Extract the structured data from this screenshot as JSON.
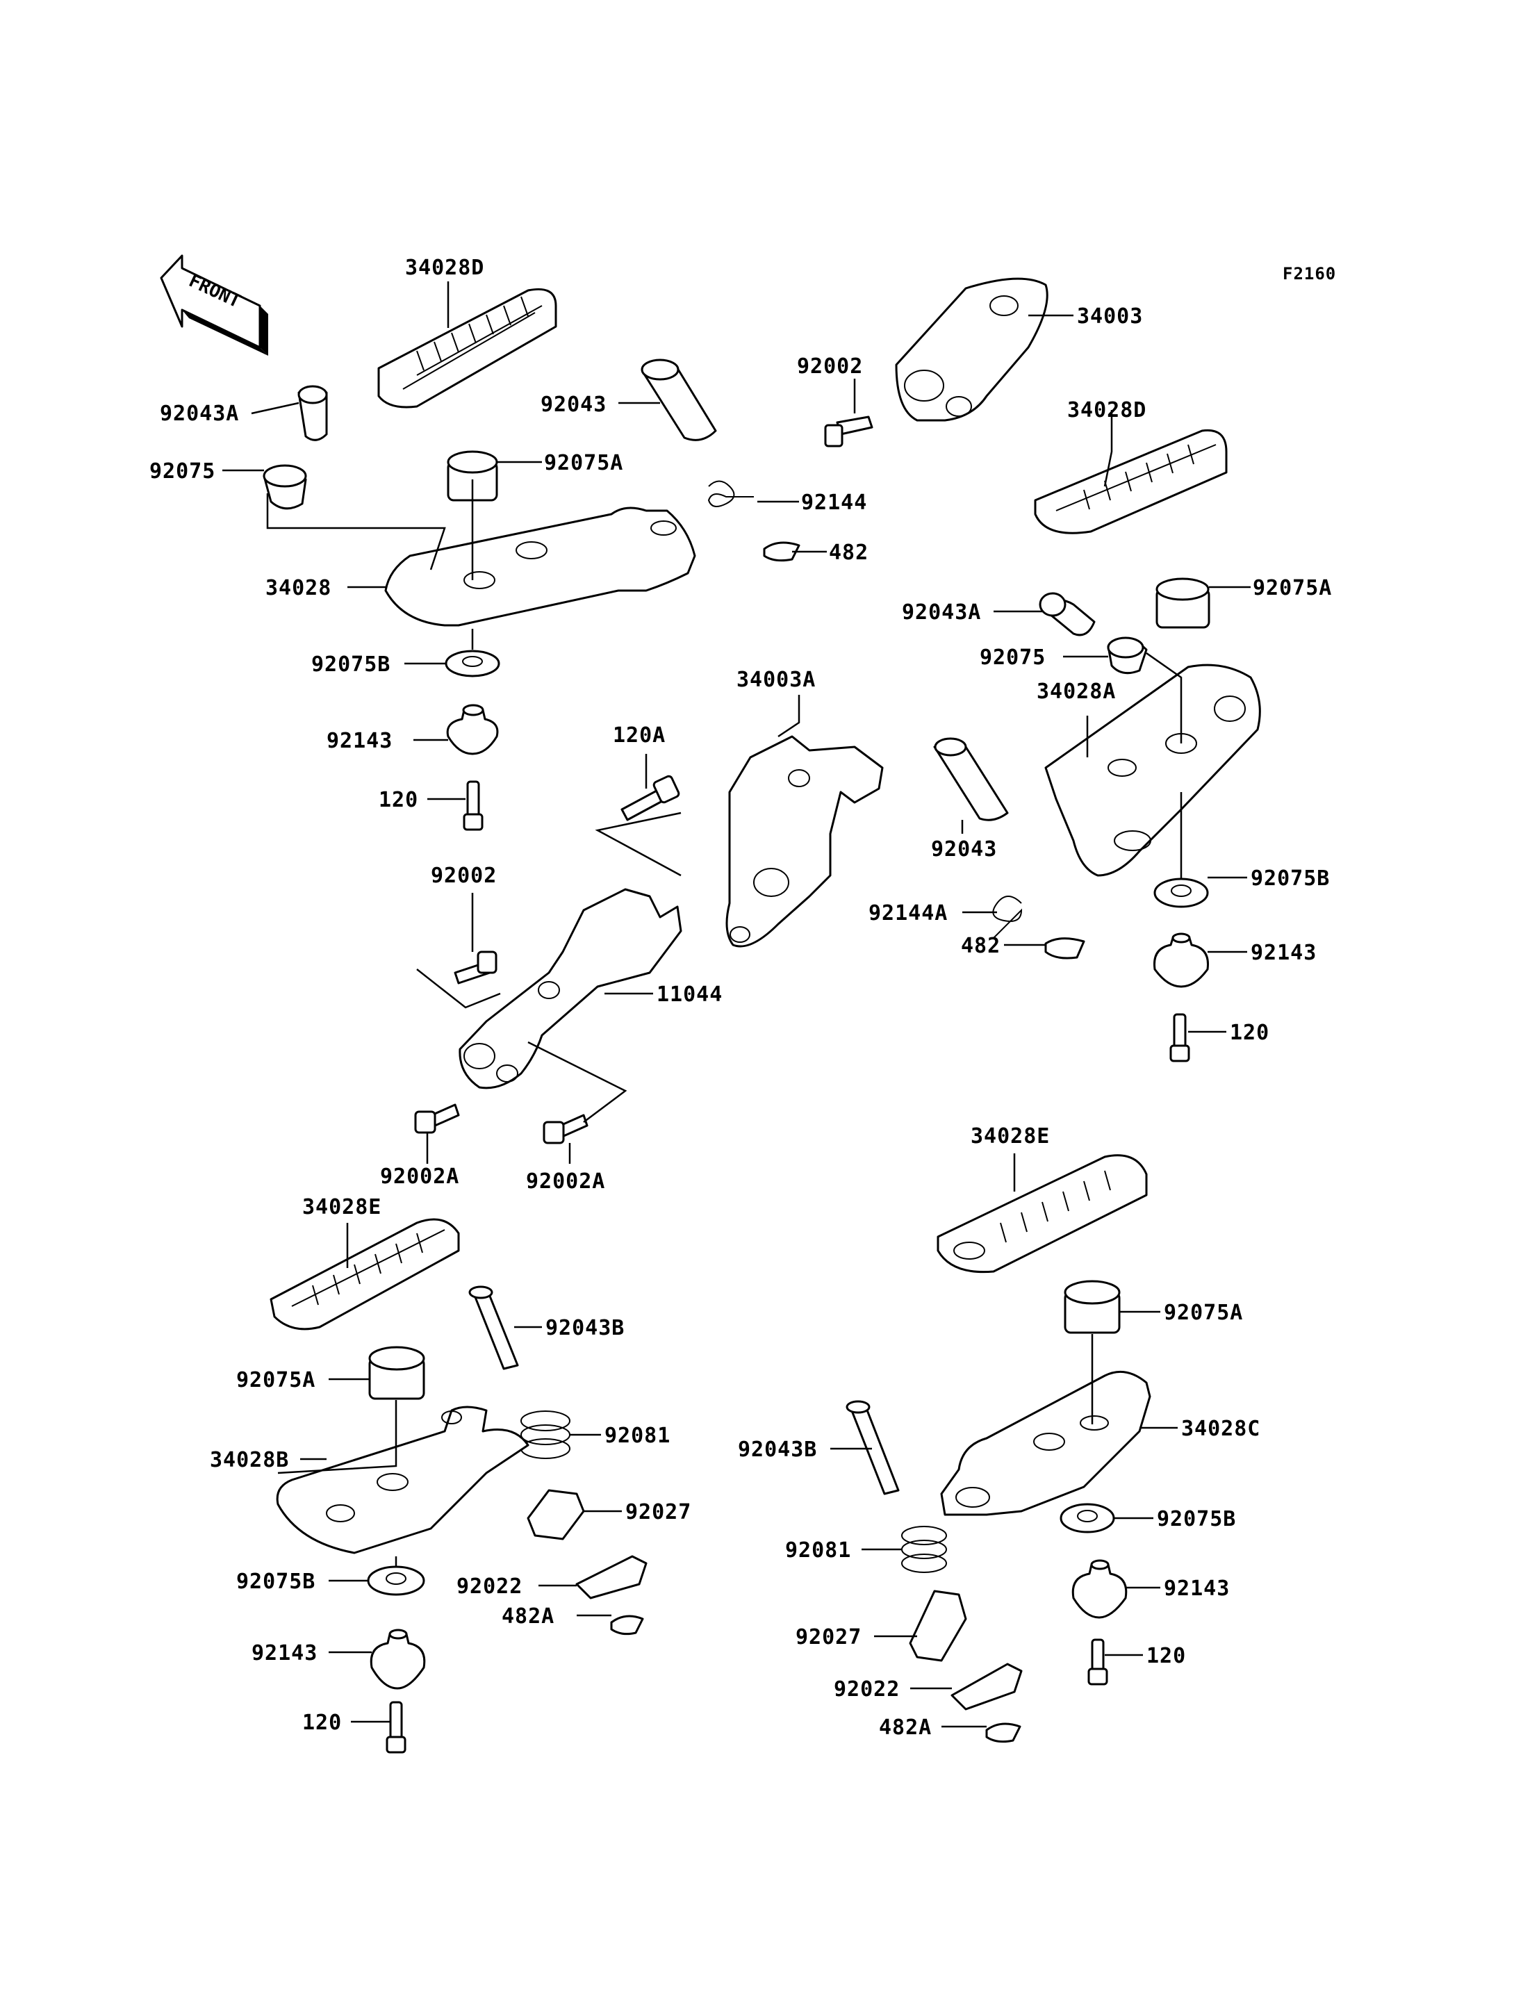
{
  "figure_code": "F2160",
  "front_marker": "FRONT",
  "labels": {
    "l34028D_a": "34028D",
    "l34003": "34003",
    "l92043A_a": "92043A",
    "l92043_a": "92043",
    "l92002_a": "92002",
    "l34028D_b": "34028D",
    "l92075_a": "92075",
    "l92075A_a": "92075A",
    "l92144": "92144",
    "l482_a": "482",
    "l34028": "34028",
    "l92043A_b": "92043A",
    "l92075A_b": "92075A",
    "l92075B_a": "92075B",
    "l92075_b": "92075",
    "l34003A": "34003A",
    "l34028A": "34028A",
    "l92143_a": "92143",
    "l120A": "120A",
    "l120_a": "120",
    "l92043_b": "92043",
    "l92002_b": "92002",
    "l92075B_b": "92075B",
    "l92144A": "92144A",
    "l482_b": "482",
    "l92143_b": "92143",
    "l11044": "11044",
    "l120_b": "120",
    "l92002A_a": "92002A",
    "l92002A_b": "92002A",
    "l34028E_a": "34028E",
    "l34028E_b": "34028E",
    "l92043B_a": "92043B",
    "l92075A_c": "92075A",
    "l92075A_d": "92075A",
    "l92081_a": "92081",
    "l34028B": "34028B",
    "l92043B_b": "92043B",
    "l34028C": "34028C",
    "l92027_a": "92027",
    "l92075B_c": "92075B",
    "l92081_b": "92081",
    "l92075B_d": "92075B",
    "l92022_a": "92022",
    "l482A_a": "482A",
    "l92143_c": "92143",
    "l92143_d": "92143",
    "l92027_b": "92027",
    "l120_c": "120",
    "l120_d": "120",
    "l92022_b": "92022",
    "l482A_b": "482A"
  }
}
